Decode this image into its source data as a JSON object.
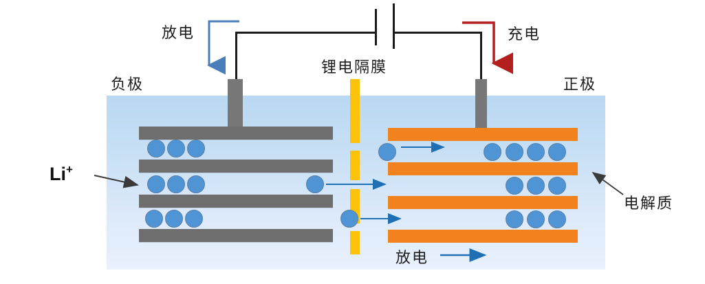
{
  "diagram": {
    "title_type": "lithium-ion-battery-schematic",
    "labels": {
      "discharge_top": "放电",
      "charge_top": "充电",
      "separator": "锂电隔膜",
      "anode": "负极",
      "cathode": "正极",
      "electrolyte": "电解质",
      "discharge_bottom": "放电",
      "lithium_ion": "Li",
      "lithium_ion_charge": "+"
    },
    "colors": {
      "anode_plate": "#6e6e6e",
      "cathode_plate": "#f2821e",
      "separator": "#fcc20a",
      "ion": "#4f94d4",
      "ion_stroke": "#5d7fa3",
      "electrolyte_top": "#b9d8f2",
      "electrolyte_bottom": "#e8f1fc",
      "discharge_arrow": "#4a7ebb",
      "charge_arrow": "#b41f1f",
      "wire": "#1a1a1a",
      "ion_flow_arrow": "#1f6fb5",
      "pointer_arrow": "#3a3a3a",
      "terminal_tab": "#777777"
    },
    "anode": {
      "name": "负极",
      "plate_count": 4,
      "ion_groups": 3,
      "ions_per_group": 3
    },
    "cathode": {
      "name": "正极",
      "plate_count": 4,
      "ion_groups": 3,
      "ions_per_group": [
        4,
        3,
        3
      ]
    },
    "separator": {
      "name": "锂电隔膜",
      "segment_count": 4,
      "style": "dashed"
    },
    "circuit": {
      "cell_symbol": "battery-cell",
      "discharge_direction": "left",
      "charge_direction": "right"
    },
    "ion_flow": {
      "direction": "anode-to-cathode",
      "arrow_count": 3,
      "traveling_ion_count": 2
    }
  }
}
